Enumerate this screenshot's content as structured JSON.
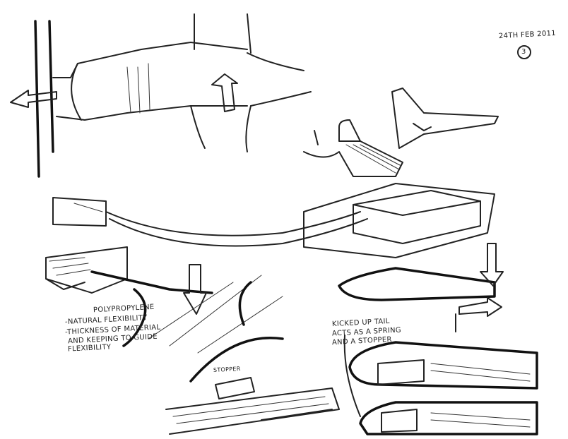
{
  "header": {
    "date": "24TH FEB 2011",
    "sheet_number": "3"
  },
  "annotations": {
    "material": "POLYPROPYLENE",
    "note_1": "-NATURAL FLEXIBILITY",
    "note_2a": "-THICKNESS OF MATERIAL",
    "note_2b": "AND KEEPING TO GUIDE",
    "note_2c": "FLEXIBILITY",
    "tail_1": "KICKED UP TAIL",
    "tail_2": "ACTS AS A SPRING",
    "tail_3": "AND A STOPPER",
    "stopper": "STOPPER"
  }
}
